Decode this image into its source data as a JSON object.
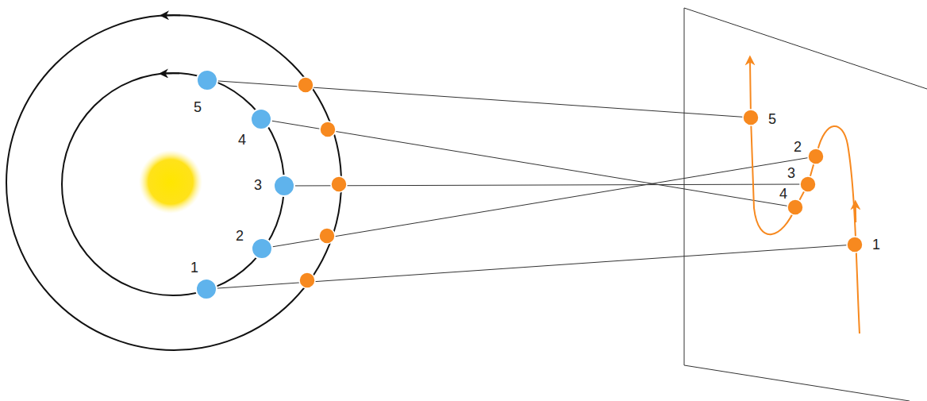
{
  "diagram": {
    "labels": [
      "5",
      "4",
      "3",
      "2",
      "1",
      "5",
      "2",
      "3",
      "4",
      "1"
    ]
  }
}
